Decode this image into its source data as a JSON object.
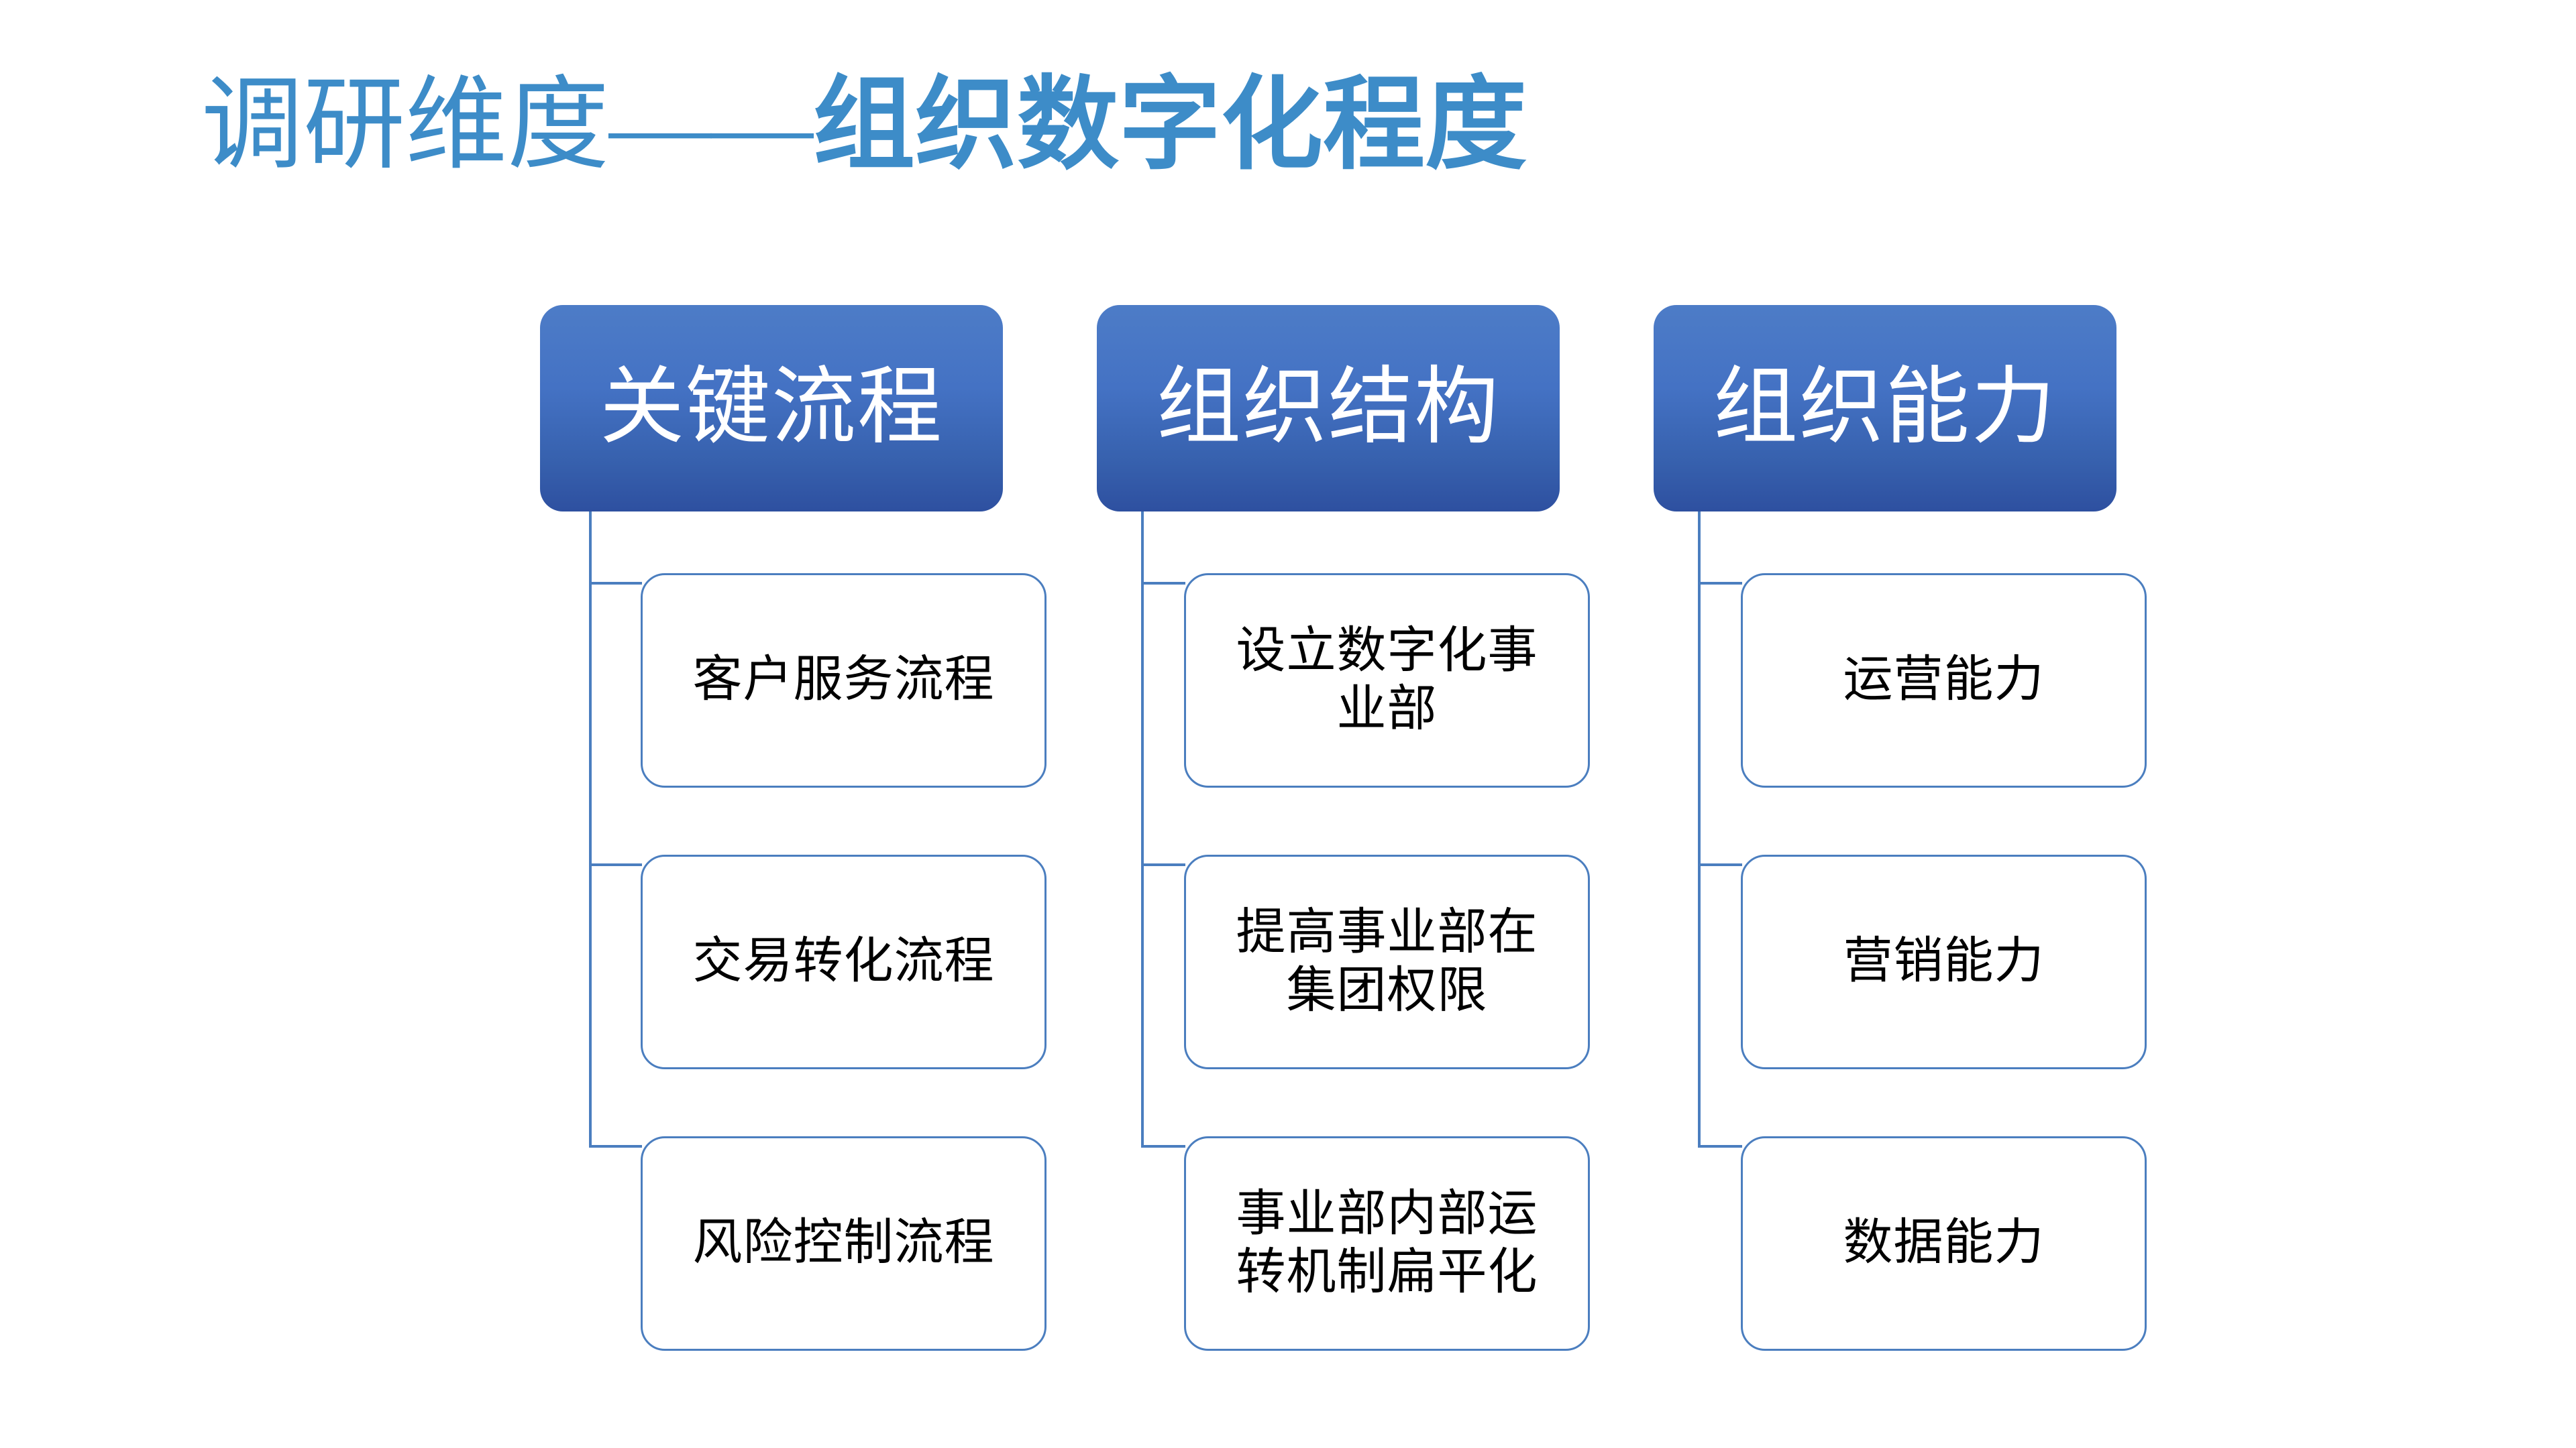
{
  "slide": {
    "background_color": "#FFFFFF",
    "accent_color": "#3D8CC8",
    "header_gradient_top": "#4D7CC7",
    "header_gradient_bottom": "#2E50A0",
    "child_border_color": "#4B7EBF",
    "connector_color": "#4B7EBF"
  },
  "title": {
    "light_part": "调研维度——",
    "bold_part": "组织数字化程度",
    "full": "调研维度——组织数字化程度"
  },
  "columns": [
    {
      "header": "关键流程",
      "children": [
        {
          "label": "客户服务流程",
          "lines": [
            "客户服务流程"
          ]
        },
        {
          "label": "交易转化流程",
          "lines": [
            "交易转化流程"
          ]
        },
        {
          "label": "风险控制流程",
          "lines": [
            "风险控制流程"
          ]
        }
      ]
    },
    {
      "header": "组织结构",
      "children": [
        {
          "label": "设立数字化事业部",
          "lines": [
            "设立数字化事",
            "业部"
          ]
        },
        {
          "label": "提高事业部在集团权限",
          "lines": [
            "提高事业部在",
            "集团权限"
          ]
        },
        {
          "label": "事业部内部运转机制扁平化",
          "lines": [
            "事业部内部运",
            "转机制扁平化"
          ]
        }
      ]
    },
    {
      "header": "组织能力",
      "children": [
        {
          "label": "运营能力",
          "lines": [
            "运营能力"
          ]
        },
        {
          "label": "营销能力",
          "lines": [
            "营销能力"
          ]
        },
        {
          "label": "数据能力",
          "lines": [
            "数据能力"
          ]
        }
      ]
    }
  ]
}
